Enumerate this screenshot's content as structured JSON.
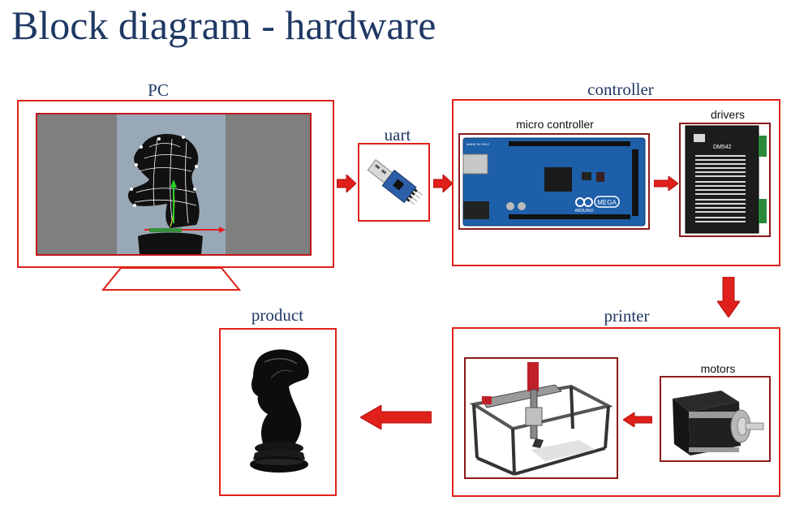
{
  "title": "Block diagram - hardware",
  "blocks": {
    "pc": "PC",
    "uart": "uart",
    "controller": "controller",
    "micro_controller": "micro controller",
    "drivers": "drivers",
    "motors": "motors",
    "printer": "printer",
    "product": "product"
  },
  "board": {
    "logo_text": "MEGA",
    "brand_text": "ARDUINO",
    "made_in": "MADE IN ITALY"
  },
  "driver_module": {
    "model": "DM542"
  },
  "colors": {
    "title": "#1f3864",
    "frame_red": "#e0201a",
    "frame_dark_red": "#8c1b1b",
    "arrow_red": "#e0201a",
    "board_blue": "#1d5fa8"
  }
}
